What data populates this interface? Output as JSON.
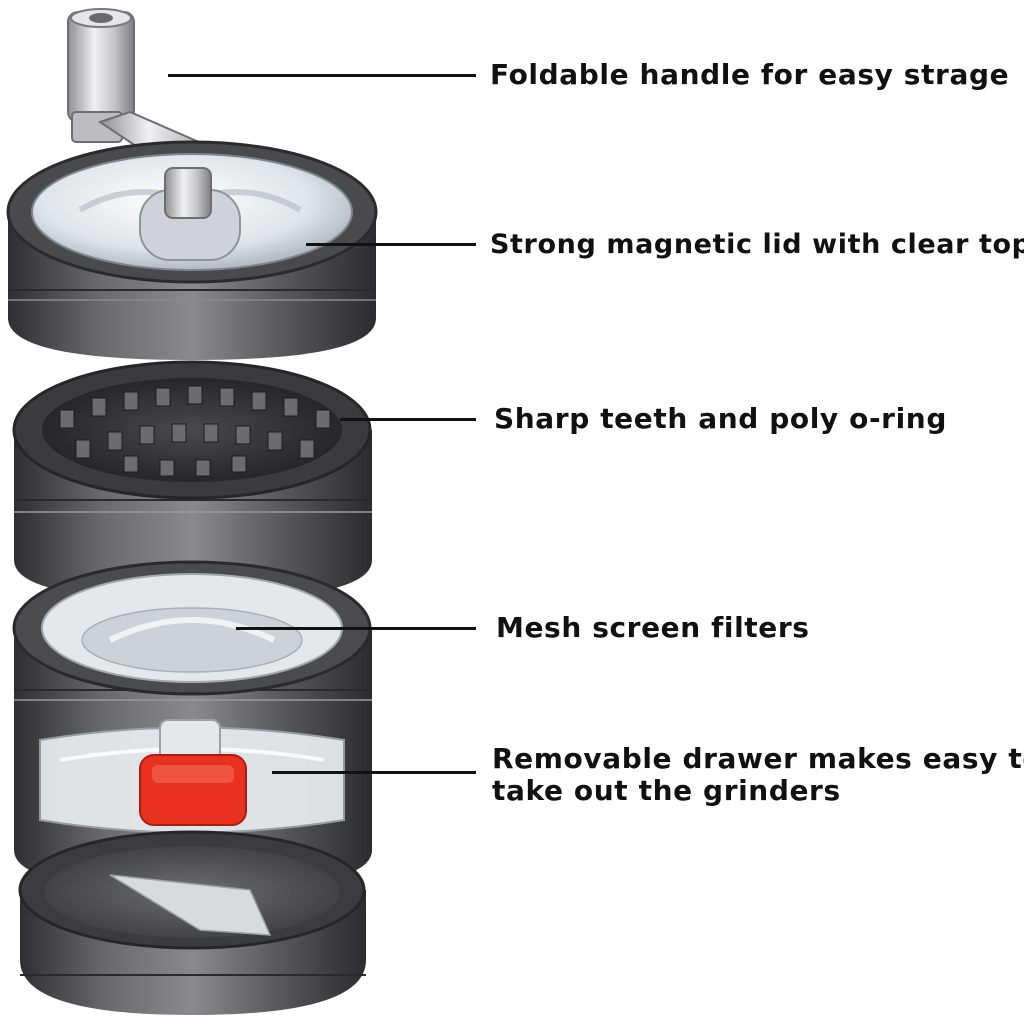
{
  "callouts": [
    {
      "id": "handle",
      "text": "Foldable handle for easy strage"
    },
    {
      "id": "lid",
      "text": "Strong magnetic lid with clear top"
    },
    {
      "id": "teeth",
      "text": "Sharp teeth and poly o-ring"
    },
    {
      "id": "mesh",
      "text": "Mesh screen filters"
    },
    {
      "id": "drawer",
      "lines": [
        "Removable drawer makes easy to",
        "take out the grinders"
      ]
    }
  ],
  "colors": {
    "text": "#111111",
    "metal_dark": "#3e3e40",
    "metal_mid": "#5f5f62",
    "metal_light": "#9a9a9d",
    "chrome": "#d8d8da",
    "clear": "#e9edf0",
    "drawer_button": "#e8321f",
    "background": "#ffffff"
  },
  "icons": [
    "grinder-handle-icon",
    "grinder-lid-icon",
    "grinder-teeth-icon",
    "mesh-screen-icon",
    "drawer-button-icon"
  ]
}
